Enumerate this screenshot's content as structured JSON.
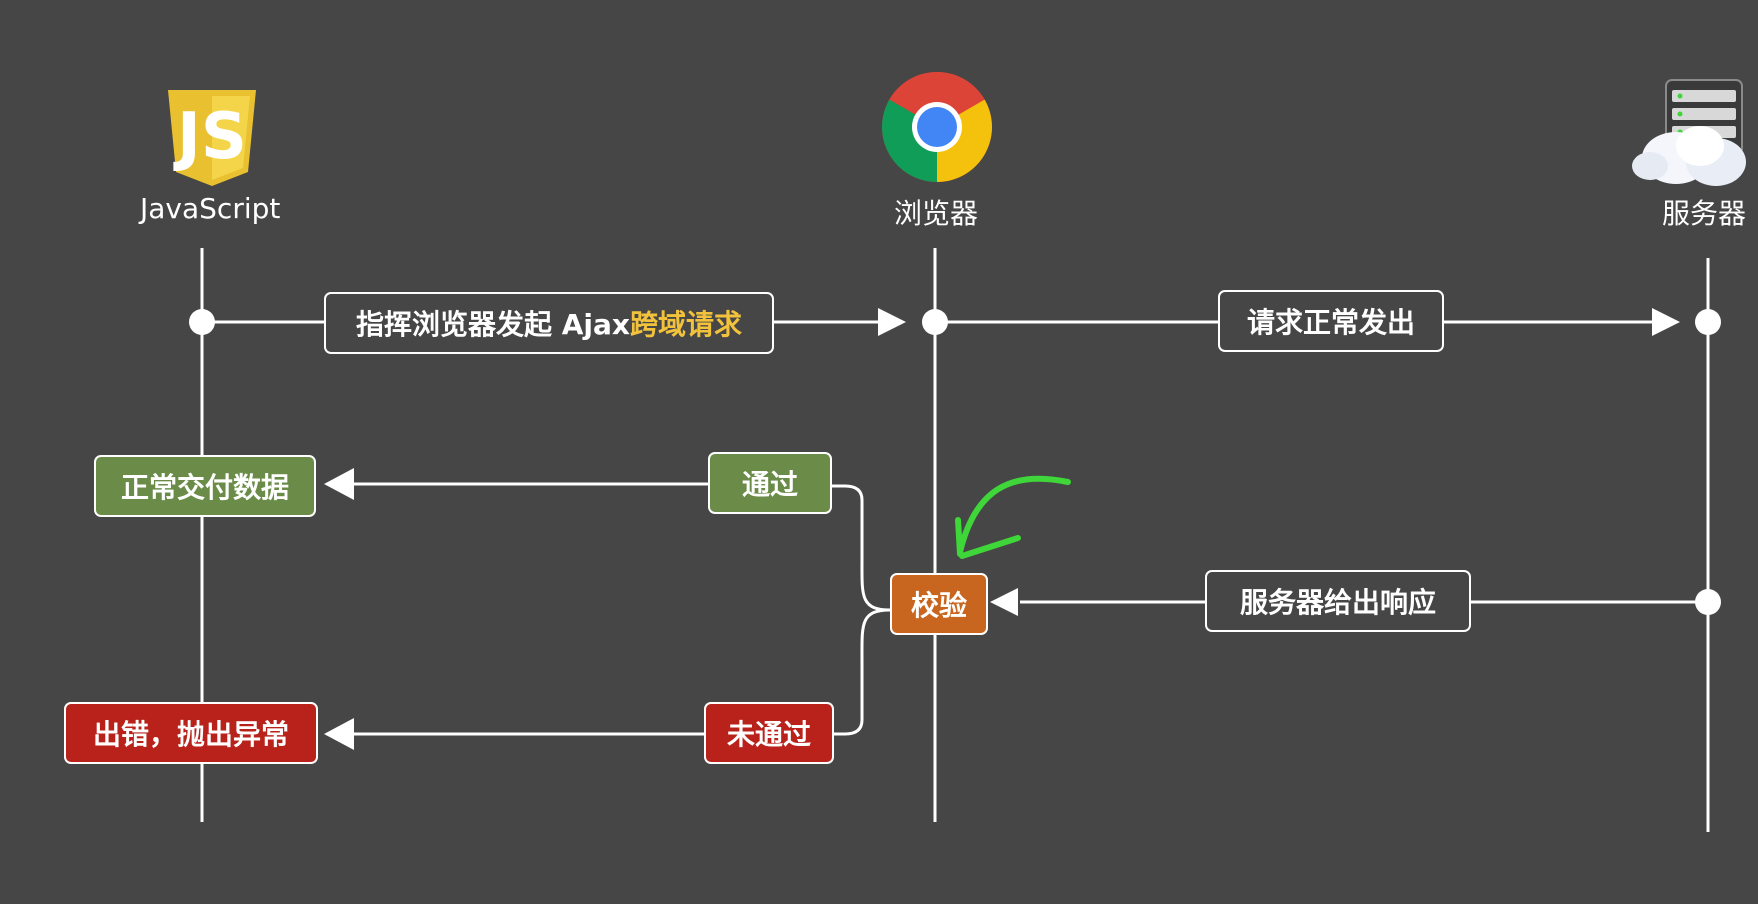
{
  "actors": {
    "javascript": {
      "label": "JavaScript",
      "icon": "javascript-logo-icon"
    },
    "browser": {
      "label": "浏览器",
      "icon": "chrome-logo-icon"
    },
    "server": {
      "label": "服务器",
      "icon": "server-cloud-icon"
    }
  },
  "messages": {
    "js_to_browser": {
      "text": "指挥浏览器发起 Ajax ",
      "highlight": "跨域请求"
    },
    "browser_to_server": {
      "text": "请求正常发出"
    },
    "server_to_browser": {
      "text": "服务器给出响应"
    },
    "check": {
      "text": "校验"
    },
    "pass": {
      "text": "通过"
    },
    "fail": {
      "text": "未通过"
    },
    "deliver": {
      "text": "正常交付数据"
    },
    "error": {
      "text": "出错，抛出异常"
    }
  },
  "colors": {
    "background": "#464646",
    "line": "#ffffff",
    "pass_green": "#6a8c48",
    "fail_red": "#b8221a",
    "check_orange": "#c8661f",
    "highlight_yellow": "#f2c23c",
    "annotation_green": "#3fd63a"
  }
}
